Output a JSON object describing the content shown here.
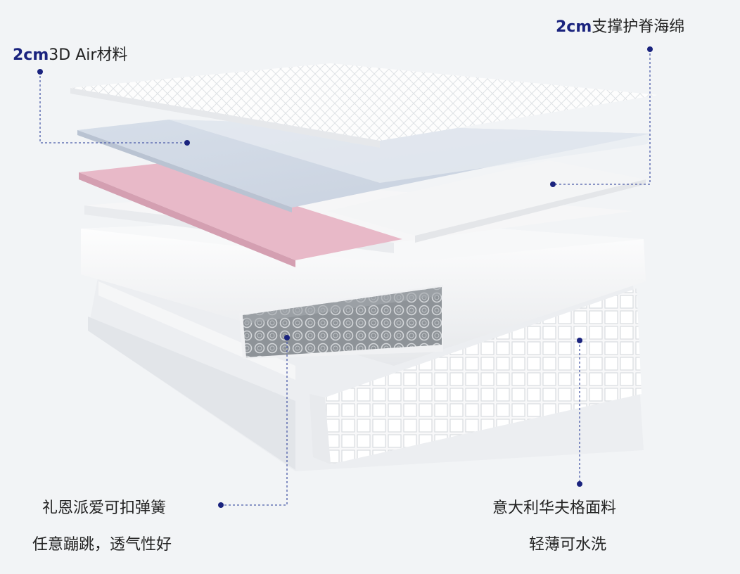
{
  "labels": {
    "top_left": {
      "highlight": "2cm",
      "text": "3D Air材料"
    },
    "top_right": {
      "highlight": "2cm",
      "text": "支撑护脊海绵"
    },
    "bottom_left": {
      "line1": "礼恩派爱可扣弹簧",
      "line2": "任意蹦跳，透气性好"
    },
    "bottom_right": {
      "line1": "意大利华夫格面料",
      "line2": "轻薄可水洗"
    }
  },
  "colors": {
    "accent": "#1a237e",
    "pink_layer": "#e8b9c8",
    "blue_layer": "#cfd8e6",
    "white_layer": "#fbfbfb"
  }
}
